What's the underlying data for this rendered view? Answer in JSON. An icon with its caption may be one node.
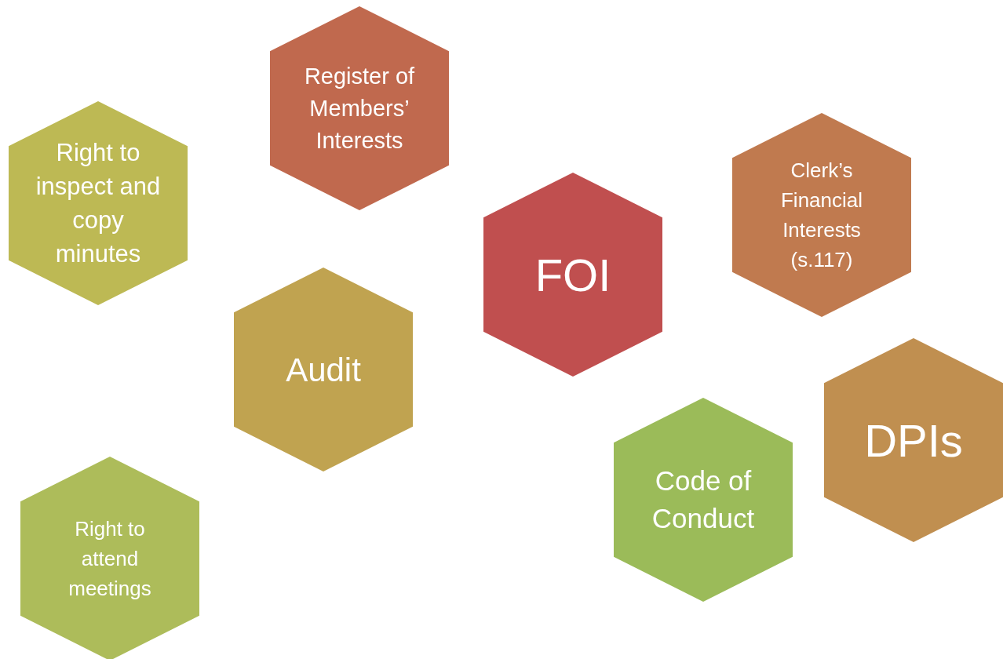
{
  "diagram": {
    "nodes": [
      {
        "text": [
          "Register of Members’ Interests"
        ]
      },
      {
        "text": [
          "Right to inspect and copy minutes"
        ]
      },
      {
        "text": [
          "Clerk’s Financial Interests (s.117)"
        ]
      },
      {
        "text": [
          "FOI"
        ]
      },
      {
        "text": [
          "Audit"
        ]
      },
      {
        "text": [
          "DPIs"
        ]
      },
      {
        "text": [
          "Code of Conduct"
        ]
      },
      {
        "text": [
          "Right to attend meetings"
        ]
      }
    ]
  }
}
